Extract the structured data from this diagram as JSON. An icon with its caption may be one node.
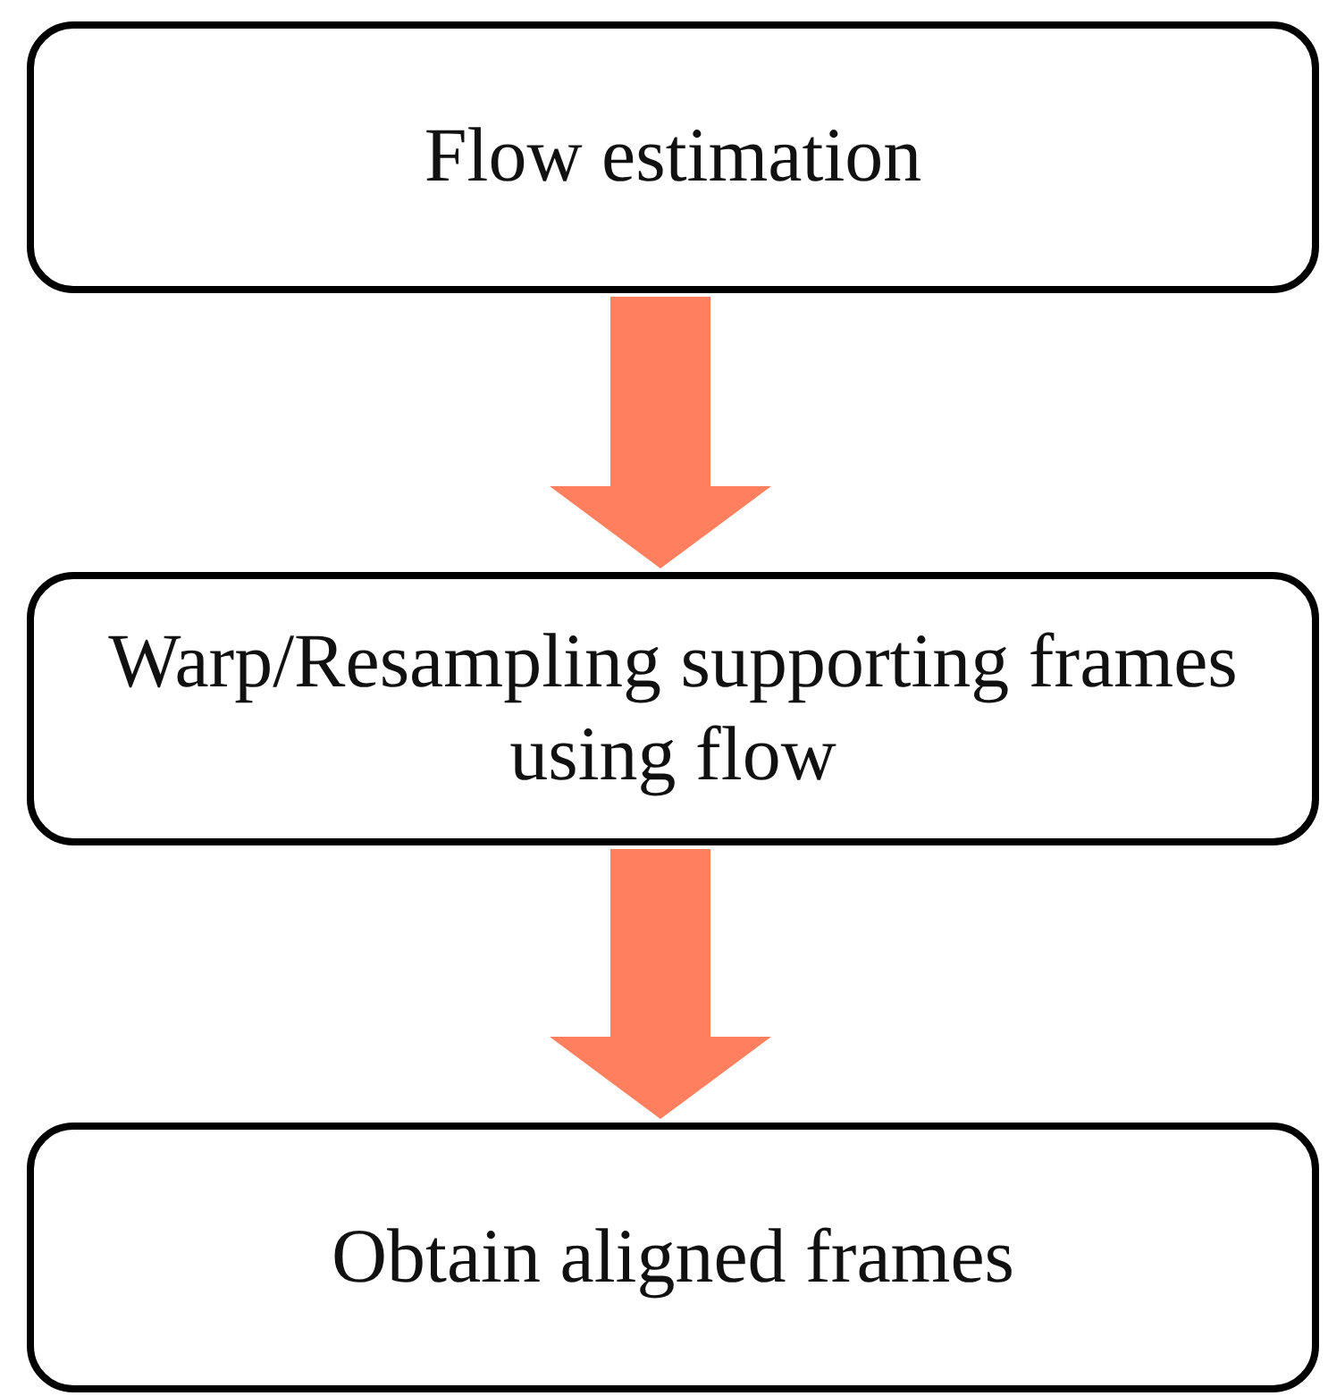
{
  "diagram": {
    "nodes": [
      {
        "text": [
          "Flow estimation"
        ]
      },
      {
        "text": [
          "Warp/Resampling supporting frames using flow"
        ]
      },
      {
        "text": [
          "Obtain aligned frames"
        ]
      }
    ],
    "edges": [
      {
        "from": 0,
        "to": 1,
        "arrow": "to",
        "color": "#ff7f5f"
      },
      {
        "from": 1,
        "to": 2,
        "arrow": "to",
        "color": "#ff7f5f"
      }
    ]
  }
}
